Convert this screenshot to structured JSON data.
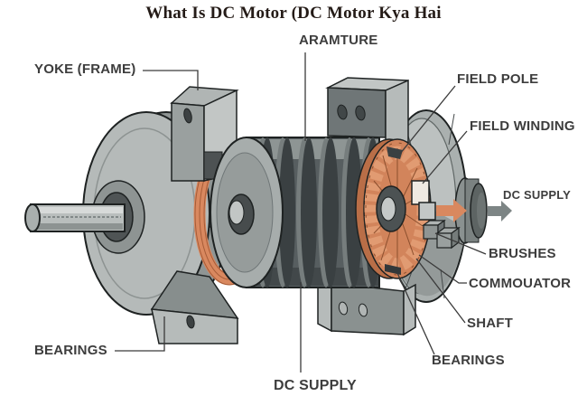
{
  "title": "What Is DC Motor (DC Motor Kya Hai",
  "diagram": {
    "labels": {
      "armature": "ARAMTURE",
      "yoke": "YOKE (FRAME)",
      "field_pole": "FIELD POLE",
      "field_winding": "FIELD WINDING",
      "dc_supply_right": "DC SUPPLY",
      "brushes": "BRUSHES",
      "commutator": "COMMOUATOR",
      "shaft": "SHAFT",
      "bearings_right": "BEARINGS",
      "bearings_left": "BEARINGS",
      "dc_supply_bottom": "DC SUPPLY"
    },
    "icons": {
      "dc_supply_arrow_orange": "arrow-right",
      "dc_supply_arrow_gray": "arrow-right"
    },
    "colors": {
      "body_light": "#b7bcbb",
      "body_top": "#c6cac9",
      "body_mid": "#9aa19f",
      "body_dark": "#6f7677",
      "armature_dark": "#575e60",
      "rib_dark": "#3a4042",
      "copper": "#d9885f",
      "copper_dark": "#b96e47",
      "outline": "#1e2222",
      "label_text": "#3d3d3d",
      "title_text": "#241b17",
      "arrow_orange": "#d9885f",
      "arrow_gray": "#7d8585"
    }
  }
}
